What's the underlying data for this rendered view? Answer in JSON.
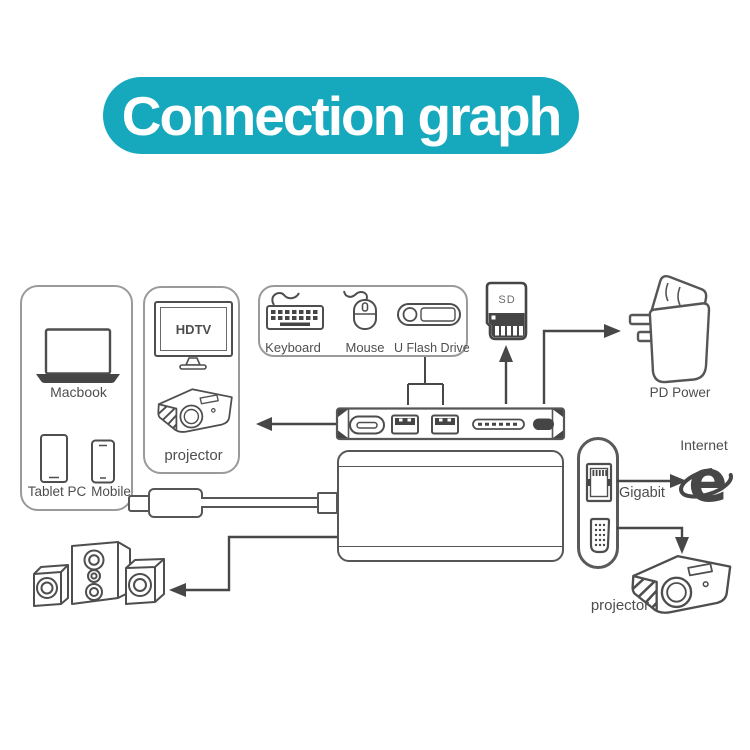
{
  "banner": {
    "title": "Connection graph",
    "bg_color": "#16a8bd",
    "text_color": "#ffffff"
  },
  "source_devices": {
    "macbook": "Macbook",
    "tablet_pc": "Tablet PC",
    "mobile": "Mobile"
  },
  "display_devices": {
    "hdtv": "HDTV",
    "projector": "projector"
  },
  "usb_devices": {
    "keyboard": "Keyboard",
    "mouse": "Mouse",
    "u_flash_drive": "U Flash Drive"
  },
  "other_devices": {
    "sd_card": "SD",
    "pd_power": "PD Power",
    "gigabit": "Gigabit",
    "internet": "Internet",
    "internet_logo_letter": "e",
    "projector": "projector"
  },
  "icons": {
    "laptop": "laptop-icon",
    "tablet": "tablet-icon",
    "phone": "smartphone-icon",
    "tv": "tv-icon",
    "projector": "projector-icon",
    "keyboard": "keyboard-icon",
    "mouse": "mouse-icon",
    "usb_flash_drive": "usb-flash-drive-icon",
    "sd_card": "sd-card-icon",
    "power_adapter": "power-adapter-icon",
    "usb_hub": "usb-hub-icon",
    "usb_c_cable": "usb-c-cable-icon",
    "ethernet_port": "ethernet-port-icon",
    "vga_port": "vga-port-icon",
    "ie_browser": "ie-browser-icon",
    "speakers": "speakers-icon"
  },
  "colors": {
    "banner_bg": "#16a8bd",
    "line_art": "#4e4e4e",
    "dark_fill": "#454545",
    "arrow": "#474747"
  }
}
